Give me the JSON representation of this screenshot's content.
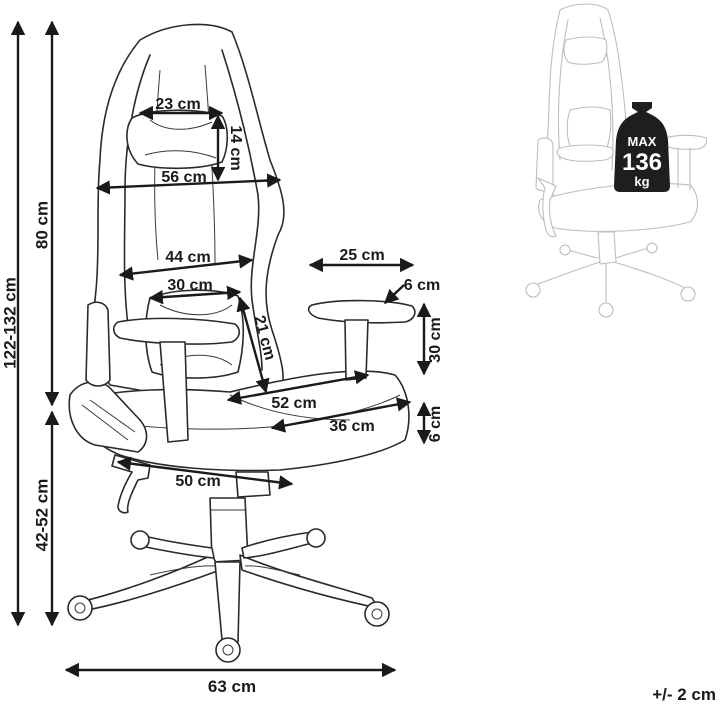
{
  "dimensions": {
    "headrest_width": "23 cm",
    "headrest_height": "14 cm",
    "shoulder_width": "56 cm",
    "back_width": "44 cm",
    "lumbar_width": "30 cm",
    "lumbar_height": "21 cm",
    "seat_depth": "52 cm",
    "seat_width": "36 cm",
    "seat_side_width": "50 cm",
    "armrest_length": "25 cm",
    "armrest_width": "6 cm",
    "armrest_height": "30 cm",
    "seat_cushion_thickness": "6 cm",
    "total_height": "122-132 cm",
    "backrest_height": "80 cm",
    "seat_height": "42-52 cm",
    "base_width": "63 cm"
  },
  "weight_badge": {
    "label": "MAX",
    "value": "136",
    "unit": "kg"
  },
  "tolerance": "+/- 2 cm"
}
